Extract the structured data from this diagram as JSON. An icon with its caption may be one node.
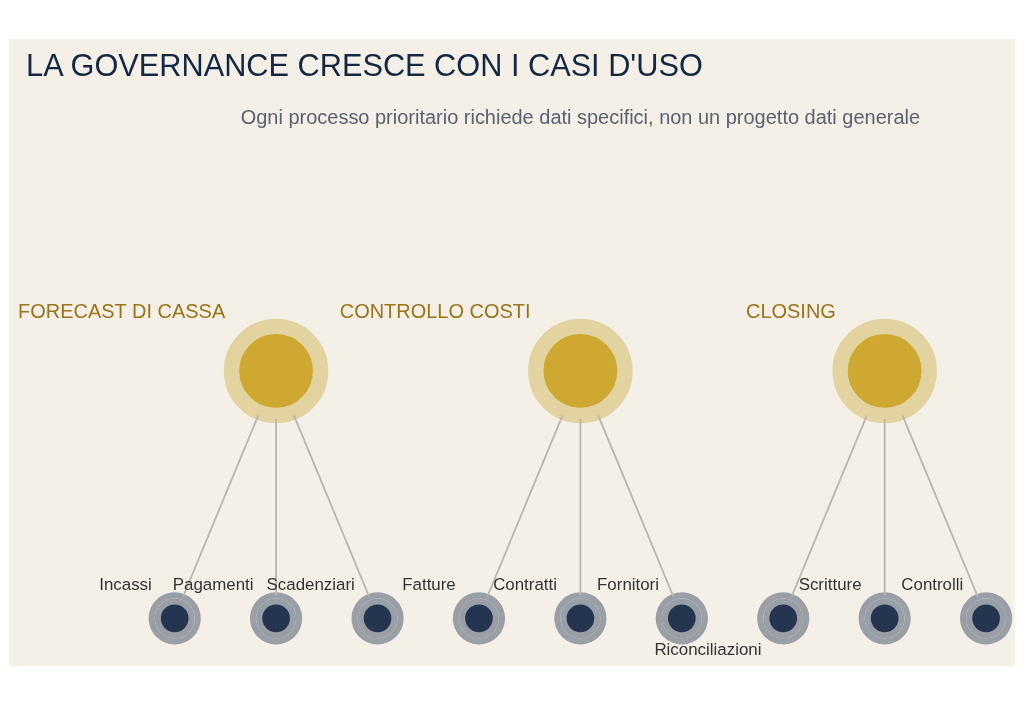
{
  "diagram": {
    "title": "LA GOVERNANCE CRESCE CON I CASI D'USO",
    "nodes": [
      {
        "text": [
          "FORECAST DI CASSA"
        ]
      },
      {
        "text": [
          "CONTROLLO COSTI"
        ]
      },
      {
        "text": [
          "CLOSING"
        ]
      },
      {
        "text": [
          "Incassi"
        ]
      },
      {
        "text": [
          "Pagamenti"
        ]
      },
      {
        "text": [
          "Scadenziari"
        ]
      },
      {
        "text": [
          "Fatture"
        ]
      },
      {
        "text": [
          "Contratti"
        ]
      },
      {
        "text": [
          "Fornitori"
        ]
      },
      {
        "text": [
          "Riconciliazioni"
        ]
      },
      {
        "text": [
          "Scritture"
        ]
      },
      {
        "text": [
          "Controlli"
        ]
      }
    ],
    "edges": [
      {
        "from": 0,
        "to": 3,
        "arrow": "none"
      },
      {
        "from": 0,
        "to": 4,
        "arrow": "none"
      },
      {
        "from": 0,
        "to": 5,
        "arrow": "none"
      },
      {
        "from": 1,
        "to": 6,
        "arrow": "none"
      },
      {
        "from": 1,
        "to": 7,
        "arrow": "none"
      },
      {
        "from": 1,
        "to": 8,
        "arrow": "none"
      },
      {
        "from": 2,
        "to": 9,
        "arrow": "none"
      },
      {
        "from": 2,
        "to": 10,
        "arrow": "none"
      },
      {
        "from": 2,
        "to": 11,
        "arrow": "none"
      }
    ],
    "labels": [
      "Ogni processo prioritario richiede dati specifici, non un progetto dati generale"
    ]
  }
}
